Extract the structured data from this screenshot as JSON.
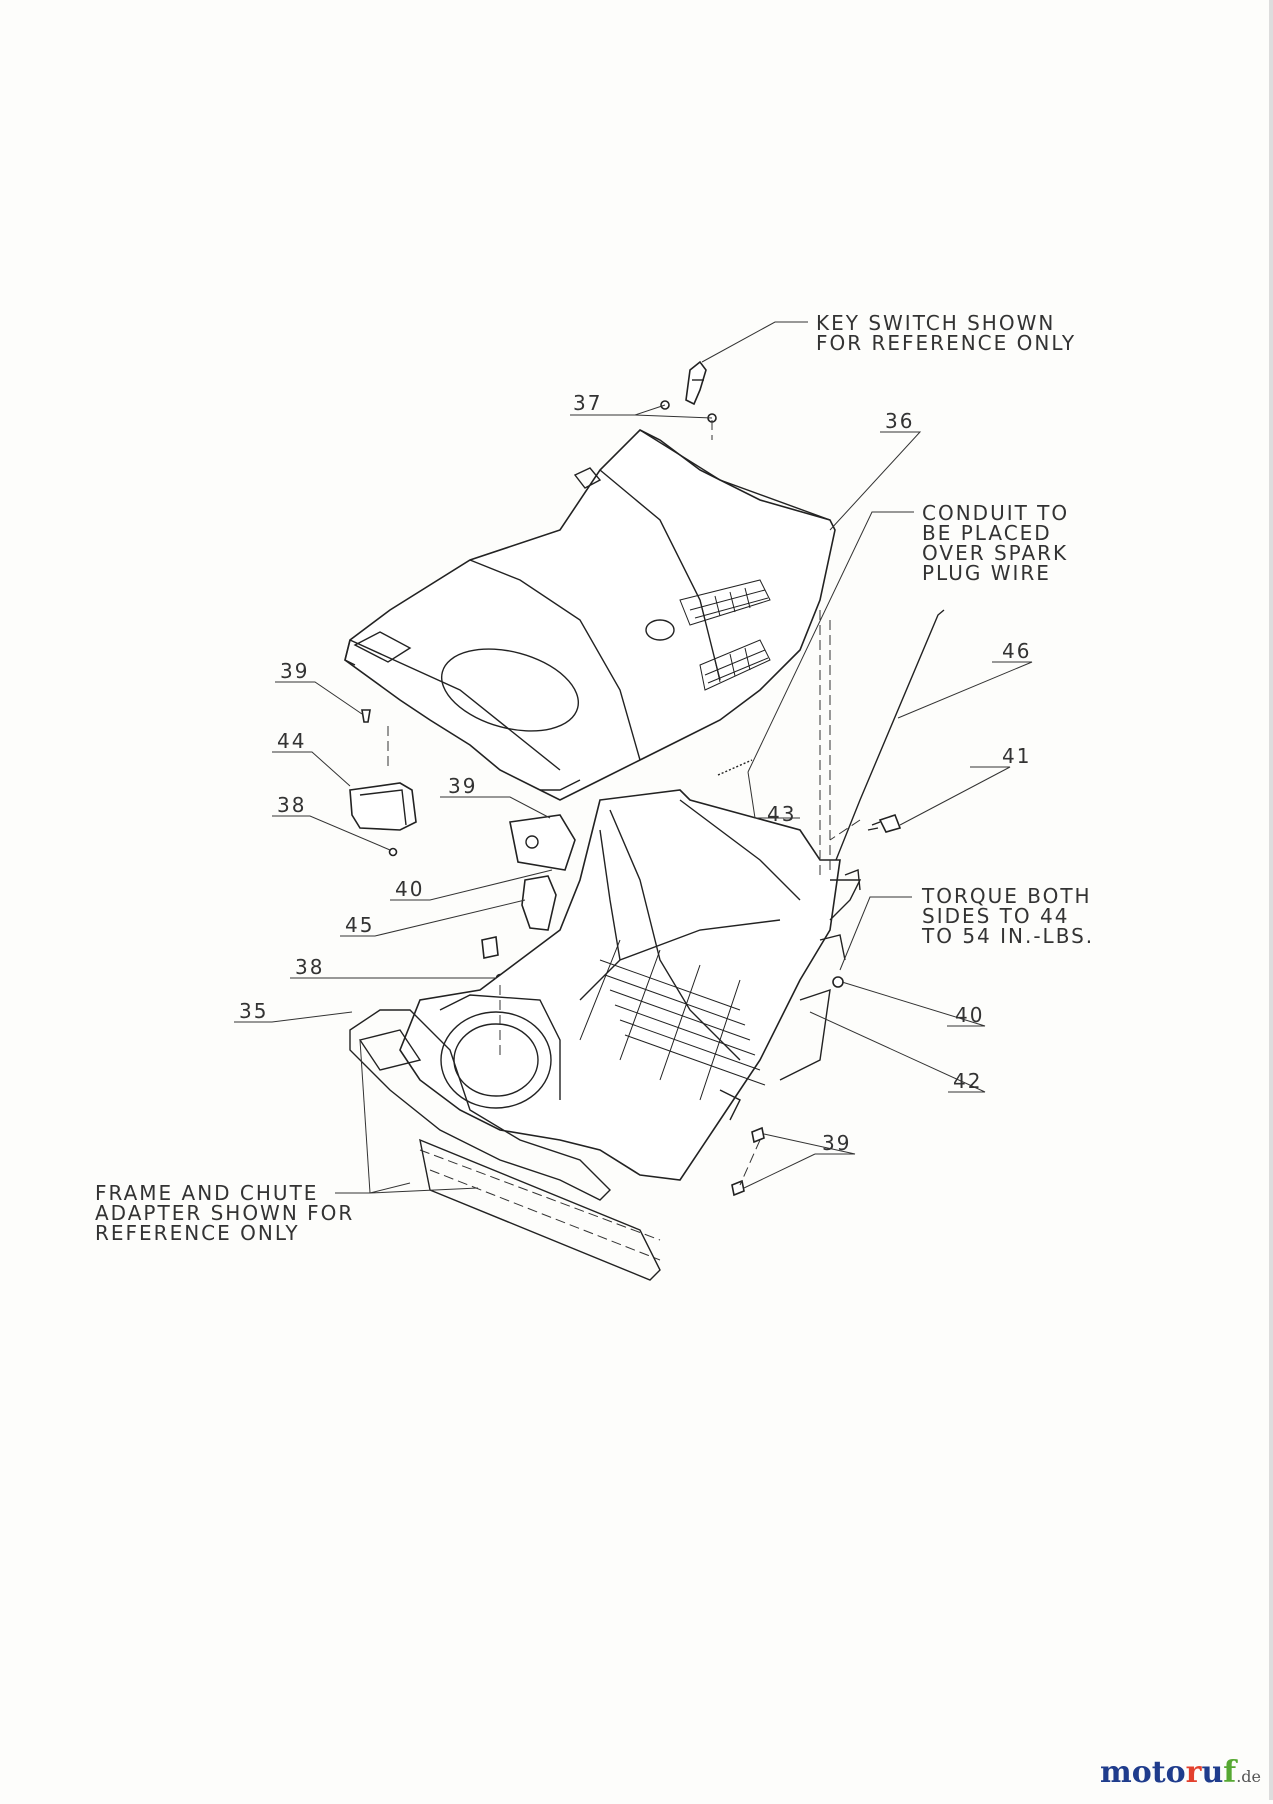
{
  "callouts": {
    "key_switch": [
      "KEY SWITCH SHOWN",
      "FOR REFERENCE ONLY"
    ],
    "conduit": [
      "CONDUIT TO",
      "BE PLACED",
      "OVER SPARK",
      "PLUG WIRE"
    ],
    "torque": [
      "TORQUE BOTH",
      "SIDES TO 44",
      "TO 54 IN.-LBS."
    ],
    "frame": [
      "FRAME AND CHUTE",
      "ADAPTER SHOWN FOR",
      "REFERENCE ONLY"
    ]
  },
  "part_numbers": {
    "p37": "37",
    "p36": "36",
    "p39_left": "39",
    "p44": "44",
    "p38_upper": "38",
    "p39_mid": "39",
    "p40_left": "40",
    "p45": "45",
    "p38_lower": "38",
    "p35": "35",
    "p46": "46",
    "p41": "41",
    "p43": "43",
    "p40_right": "40",
    "p42": "42",
    "p39_right": "39"
  },
  "watermark": {
    "moto": "moto",
    "r": "r",
    "u": "u",
    "f": "f",
    "domain": ".de"
  }
}
